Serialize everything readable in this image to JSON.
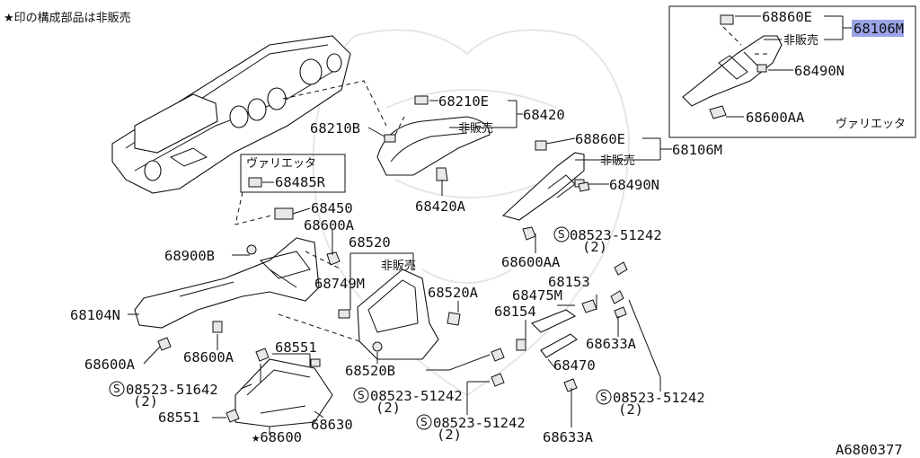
{
  "header": {
    "note": "★印の構成部品は非販売"
  },
  "footer": {
    "diagram_id": "A6800377"
  },
  "inset": {
    "parts": [
      "68860E",
      "68106M",
      "68490N",
      "68600AA"
    ],
    "not_for_sale": "非販売",
    "variant": "ヴァリエッタ"
  },
  "variant_box": {
    "title": "ヴァリエッタ",
    "part": "68485R"
  },
  "main": {
    "labels": {
      "p68210E": "68210E",
      "p68420": "68420",
      "p68210B": "68210B",
      "nfs1": "非販売",
      "p68420A": "68420A",
      "p68860E": "68860E",
      "p68106M": "68106M",
      "nfs2": "非販売",
      "p68490N": "68490N",
      "p68450": "68450",
      "p68600A_top": "68600A",
      "p68520": "68520",
      "nfs3": "非販売",
      "p68900B": "68900B",
      "p68749M": "68749M",
      "p68520A": "68520A",
      "p68600AA": "68600AA",
      "s08523_51242_a": "08523-51242",
      "q2_a": "(2)",
      "p68153": "68153",
      "p68475M": "68475M",
      "p68154": "68154",
      "p68104N": "68104N",
      "p68551_a": "68551",
      "p68600A_mid": "68600A",
      "p68600A_left": "68600A",
      "p68520B": "68520B",
      "p68633A_a": "68633A",
      "p68470": "68470",
      "s08523_51642": "08523-51642",
      "q2_b": "(2)",
      "s08523_51242_b": "08523-51242",
      "q2_c": "(2)",
      "s08523_51242_c": "08523-51242",
      "q2_d": "(2)",
      "s08523_51242_d": "08523-51242",
      "q2_e": "(2)",
      "p68551_b": "68551",
      "p68630": "68630",
      "p68600_star": "★68600",
      "p68633A_b": "68633A"
    }
  }
}
